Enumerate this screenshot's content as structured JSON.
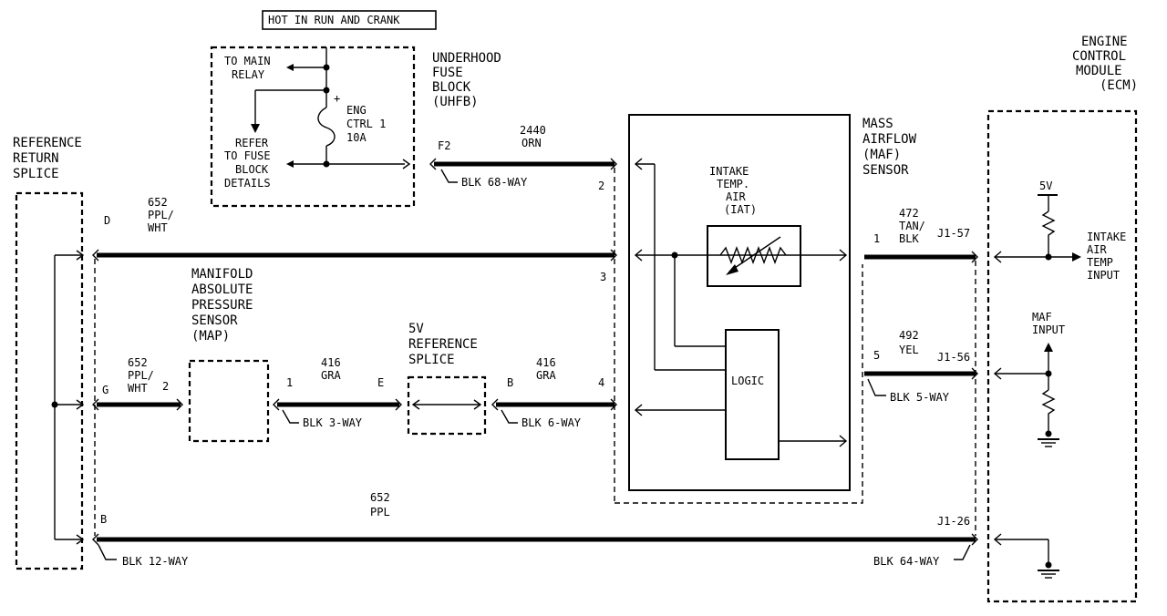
{
  "labels": {
    "hot_in_run": "HOT IN RUN AND CRANK",
    "to_main_relay_1": "TO MAIN",
    "to_main_relay_2": "RELAY",
    "refer_1": "REFER",
    "refer_2": "TO FUSE",
    "refer_3": "BLOCK",
    "refer_4": "DETAILS",
    "fuse_1": "ENG",
    "fuse_2": "CTRL 1",
    "fuse_3": "10A",
    "uhfb_1": "UNDERHOOD",
    "uhfb_2": "FUSE",
    "uhfb_3": "BLOCK",
    "uhfb_4": "(UHFB)",
    "ecm_1": "ENGINE",
    "ecm_2": "CONTROL",
    "ecm_3": "MODULE",
    "ecm_4": "(ECM)",
    "ref_return_1": "REFERENCE",
    "ref_return_2": "RETURN",
    "ref_return_3": "SPLICE",
    "maf_1": "MASS",
    "maf_2": "AIRFLOW",
    "maf_3": "(MAF)",
    "maf_4": "SENSOR",
    "iat_1": "INTAKE",
    "iat_2": "TEMP.",
    "iat_3": "AIR",
    "iat_4": "(IAT)",
    "logic": "LOGIC",
    "map_1": "MANIFOLD",
    "map_2": "ABSOLUTE",
    "map_3": "PRESSURE",
    "map_4": "SENSOR",
    "map_5": "(MAP)",
    "sv_splice_1": "5V",
    "sv_splice_2": "REFERENCE",
    "sv_splice_3": "SPLICE",
    "ecm_5v": "5V",
    "iat_input_1": "INTAKE",
    "iat_input_2": "AIR",
    "iat_input_3": "TEMP",
    "iat_input_4": "INPUT",
    "maf_input_1": "MAF",
    "maf_input_2": "INPUT"
  },
  "wires": {
    "w2440_num": "2440",
    "w2440_color": "ORN",
    "w652a_num": "652",
    "w652a_color1": "PPL/",
    "w652a_color2": "WHT",
    "w652b_num": "652",
    "w652b_color1": "PPL/",
    "w652b_color2": "WHT",
    "w416a_num": "416",
    "w416a_color": "GRA",
    "w416b_num": "416",
    "w416b_color": "GRA",
    "w472_num": "472",
    "w472_color1": "TAN/",
    "w472_color2": "BLK",
    "w492_num": "492",
    "w492_color": "YEL",
    "w652c_num": "652",
    "w652c_color": "PPL"
  },
  "connectors": {
    "blk68": "BLK 68-WAY",
    "blk3": "BLK 3-WAY",
    "blk6": "BLK 6-WAY",
    "blk5": "BLK 5-WAY",
    "blk12": "BLK 12-WAY",
    "blk64": "BLK 64-WAY"
  },
  "pins": {
    "f2": "F2",
    "p2_maf": "2",
    "p3_maf": "3",
    "p4_maf": "4",
    "d": "D",
    "g": "G",
    "map2": "2",
    "map1": "1",
    "e": "E",
    "b6": "B",
    "b12": "B",
    "maf1": "1",
    "maf5": "5",
    "j157": "J1-57",
    "j156": "J1-56",
    "j126": "J1-26"
  }
}
